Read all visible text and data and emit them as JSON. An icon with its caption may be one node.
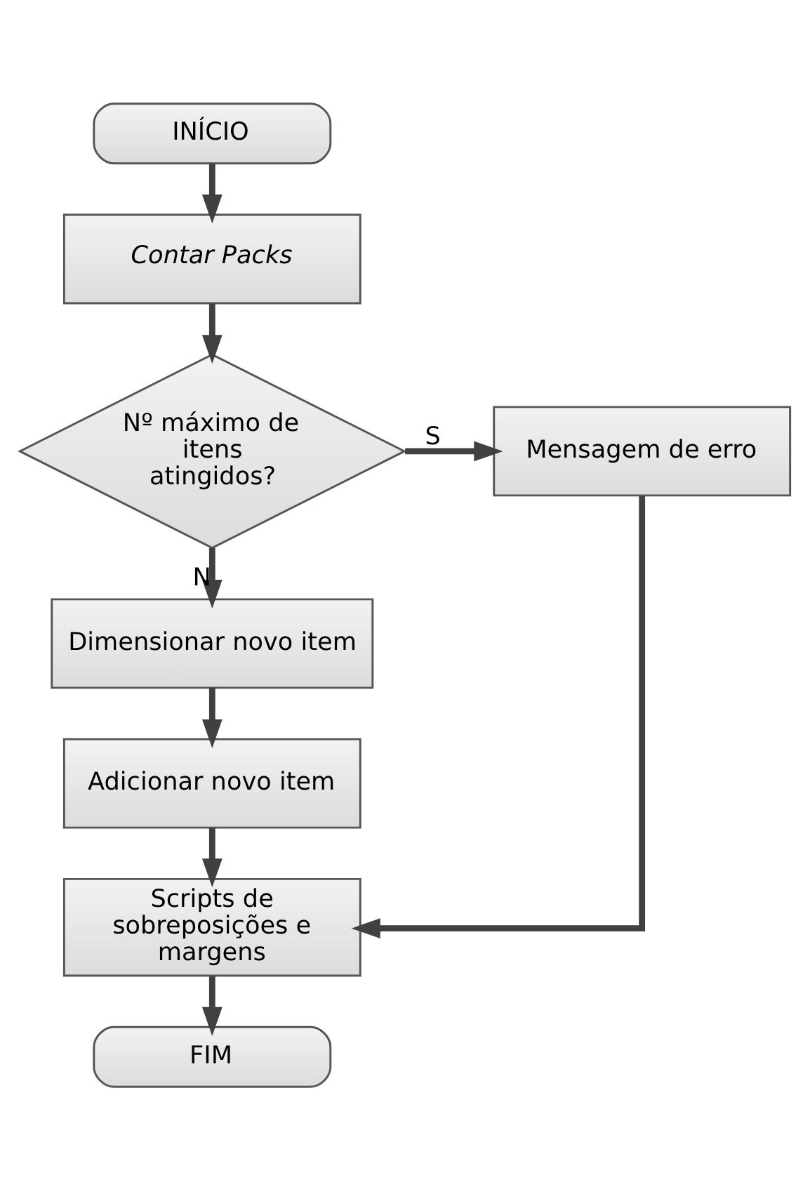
{
  "diagram": {
    "nodes": [
      {
        "text": [
          "INÍCIO"
        ]
      },
      {
        "text": [
          "Contar Packs"
        ]
      },
      {
        "text": [
          "Nº máximo de itens atingidos?"
        ]
      },
      {
        "text": [
          "Mensagem de erro"
        ]
      },
      {
        "text": [
          "Dimensionar novo item"
        ]
      },
      {
        "text": [
          "Adicionar novo item"
        ]
      },
      {
        "text": [
          "Scripts de sobreposições e margens"
        ]
      },
      {
        "text": [
          "FIM"
        ]
      }
    ],
    "edges": [
      {
        "from": 0,
        "to": 1,
        "arrow": "to"
      },
      {
        "from": 1,
        "to": 2,
        "arrow": "to"
      },
      {
        "from": 2,
        "to": 3,
        "arrow": "to",
        "label": "S"
      },
      {
        "from": 2,
        "to": 4,
        "arrow": "to",
        "label": "N"
      },
      {
        "from": 4,
        "to": 5,
        "arrow": "to"
      },
      {
        "from": 5,
        "to": 6,
        "arrow": "to"
      },
      {
        "from": 3,
        "to": 6,
        "arrow": "to"
      },
      {
        "from": 6,
        "to": 7,
        "arrow": "to"
      }
    ]
  }
}
